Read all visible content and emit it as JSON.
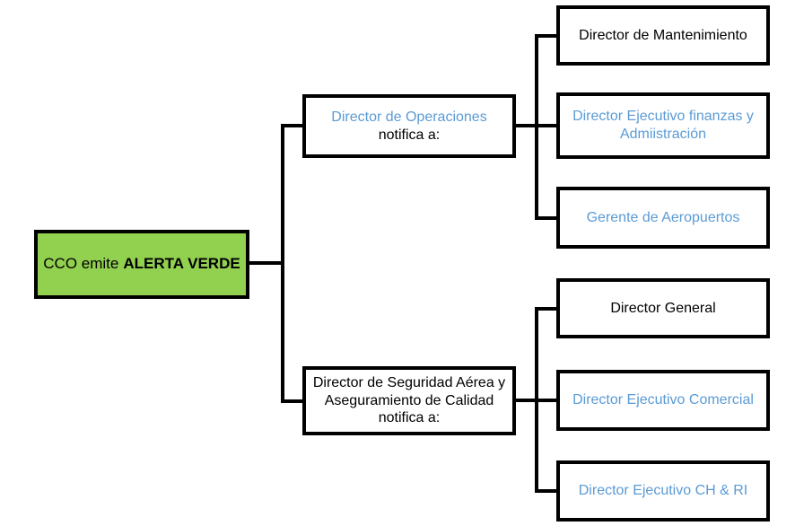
{
  "colors": {
    "root_fill": "#92D050",
    "accent_blue_text": "#5B9BD5",
    "text_black": "#000000",
    "connector": "#000000",
    "background": "#FFFFFF"
  },
  "root": {
    "label_regular": "CCO emite",
    "label_bold": "ALERTA VERDE"
  },
  "branches": [
    {
      "parent": {
        "label": "Director de Operaciones",
        "suffix": "notifica a:"
      },
      "children": [
        {
          "label": "Director de Mantenimiento"
        },
        {
          "label": "Director Ejecutivo finanzas y Admiistración"
        },
        {
          "label": "Gerente de Aeropuertos"
        }
      ]
    },
    {
      "parent": {
        "label": "Director de Seguridad Aérea y Aseguramiento de Calidad",
        "suffix": "notifica a:"
      },
      "children": [
        {
          "label": "Director General"
        },
        {
          "label": "Director Ejecutivo Comercial"
        },
        {
          "label": "Director Ejecutivo CH & RI"
        }
      ]
    }
  ]
}
